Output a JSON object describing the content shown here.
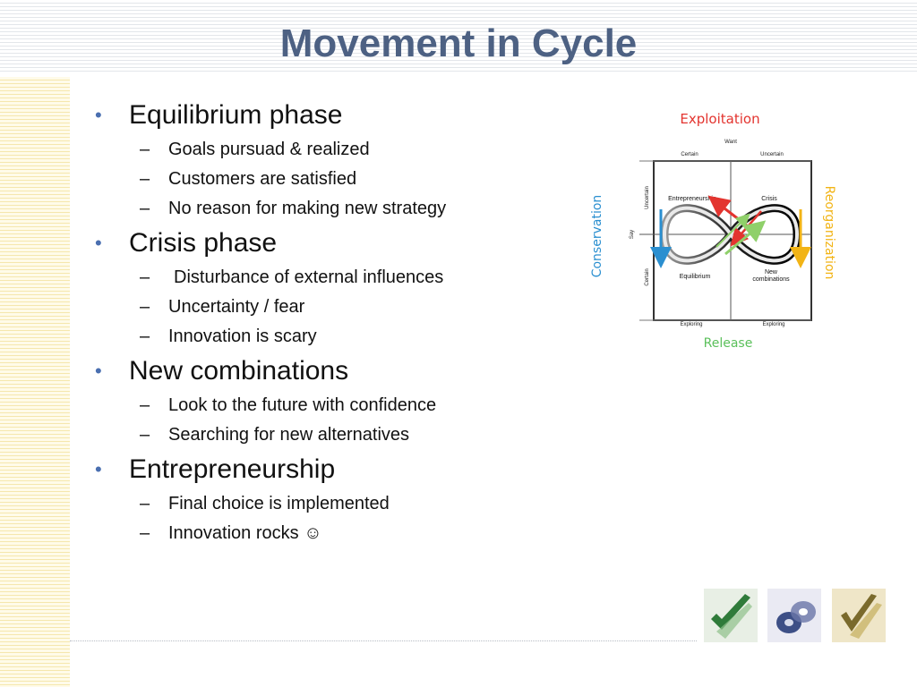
{
  "slide": {
    "title": "Movement in Cycle",
    "sections": [
      {
        "heading": "Equilibrium phase",
        "items": [
          "Goals pursuad & realized",
          "Customers are satisfied",
          "No reason for making new strategy"
        ]
      },
      {
        "heading": "Crisis phase",
        "items": [
          "Disturbance of external influences",
          "Uncertainty / fear",
          "Innovation is scary"
        ]
      },
      {
        "heading": "New combinations",
        "items": [
          "Look to the future with confidence",
          "Searching for new alternatives"
        ]
      },
      {
        "heading": "Entrepreneurship",
        "items": [
          "Final choice is implemented",
          "Innovation rocks ☺"
        ]
      }
    ]
  },
  "diagram": {
    "top_label": "Exploitation",
    "bottom_label": "Release",
    "left_label": "Conservation",
    "right_label": "Reorganization",
    "top_axis": "Want",
    "col_top_left": "Certain",
    "col_top_right": "Uncertain",
    "col_bottom_left": "Exploring",
    "col_bottom_right": "Exploring",
    "row_top": "Uncertain",
    "row_mid": "Say",
    "row_bottom": "Certain",
    "q_entrepreneurship": "Entrepreneurship",
    "q_crisis": "Crisis",
    "q_equilibrium": "Equilibrium",
    "q_new_comb_1": "New",
    "q_new_comb_2": "combinations",
    "colors": {
      "exploitation": "#e3342f",
      "release": "#5bc05b",
      "conservation": "#2a8fd0",
      "reorganization": "#f2b416"
    }
  },
  "footer_icons": [
    "checkmark-tile-green",
    "disc-tile-blue",
    "checkmark-tile-gold"
  ]
}
